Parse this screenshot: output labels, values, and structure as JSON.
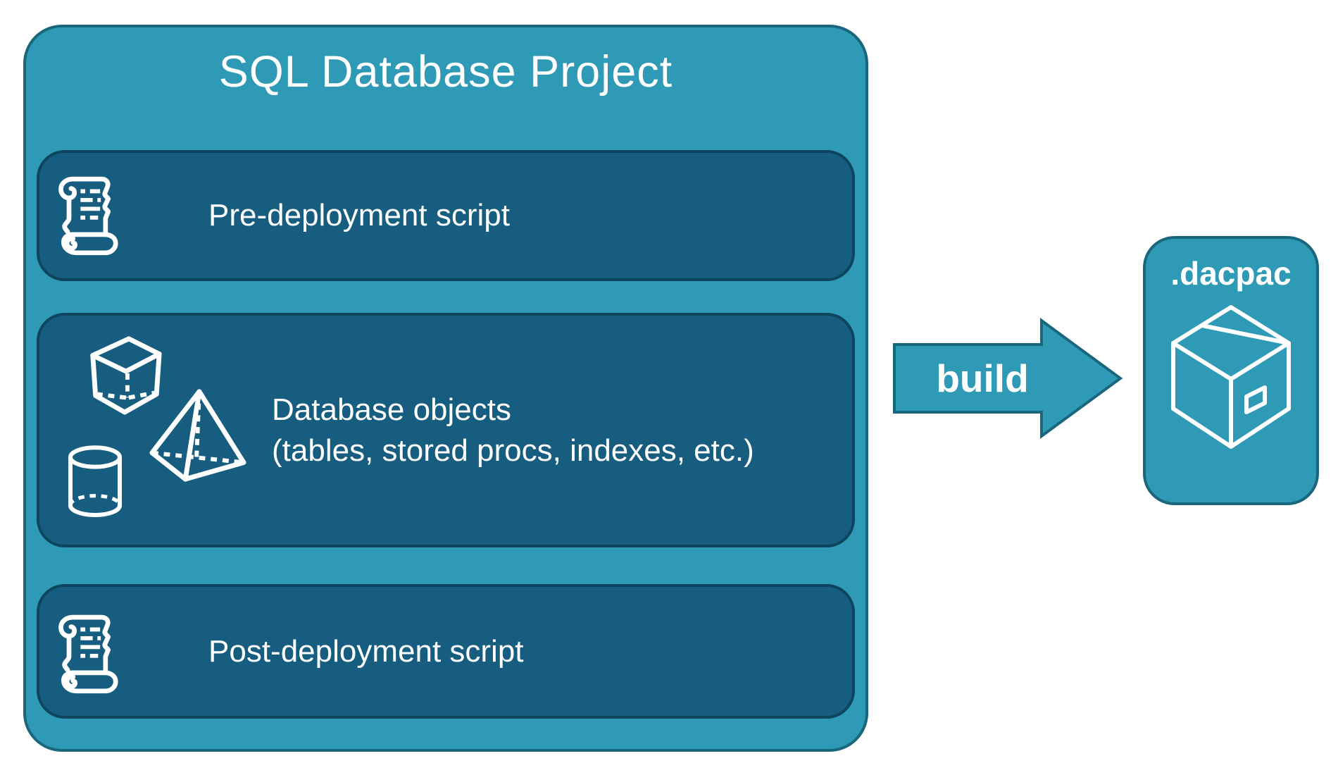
{
  "colors": {
    "container_fill": "#2F9AB6",
    "container_border": "#19677D",
    "item_fill": "#165D80",
    "item_border": "#0D455E",
    "text": "#FFFFFF"
  },
  "project": {
    "title": "SQL Database Project",
    "items": [
      {
        "id": "pre-deployment",
        "icon": "scroll-icon",
        "label": "Pre-deployment script"
      },
      {
        "id": "database-objects",
        "icons": [
          "cube-icon",
          "pyramid-icon",
          "cylinder-icon"
        ],
        "label": "Database objects",
        "sublabel": "(tables, stored procs, indexes, etc.)"
      },
      {
        "id": "post-deployment",
        "icon": "scroll-icon",
        "label": "Post-deployment script"
      }
    ]
  },
  "arrow": {
    "label": "build"
  },
  "output": {
    "label": ".dacpac",
    "icon": "package-icon"
  }
}
